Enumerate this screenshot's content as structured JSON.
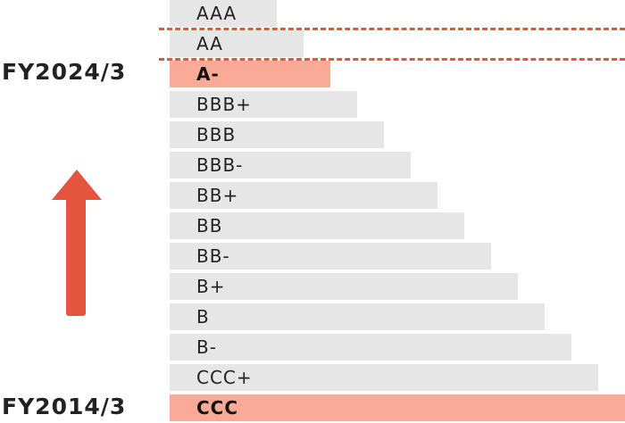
{
  "ratings": [
    "AAA",
    "AA",
    "A-",
    "BBB+",
    "BBB",
    "BBB-",
    "BB+",
    "BB",
    "BB-",
    "B+",
    "B",
    "B-",
    "CCC+",
    "CCC"
  ],
  "highlighted": [
    "A-",
    "CCC"
  ],
  "labels": {
    "top": "FY2024/3",
    "bottom": "FY2014/3"
  },
  "colors": {
    "bar": "#e6e6e6",
    "highlight": "#fcaa98",
    "accent": "#e5553d"
  },
  "arrow_icon": "arrow-up-icon"
}
